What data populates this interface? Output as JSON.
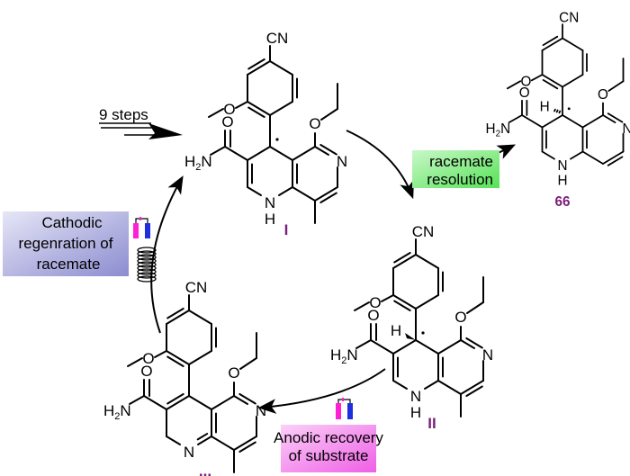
{
  "diagram": {
    "type": "catalytic-cycle",
    "synthesis": {
      "label": "9 steps"
    },
    "compounds": [
      {
        "id": "I",
        "label": "I",
        "stereo": "radical, racemic",
        "atoms": {
          "cn": "CN",
          "amide_h": "H",
          "amide_sub": "2",
          "amide_n": "N",
          "carbonyl_o": "O",
          "methoxy_o": "O",
          "ethoxy_o": "O",
          "ring_n": "N",
          "nh_n": "N",
          "nh_h": "H"
        }
      },
      {
        "id": "66",
        "label": "66",
        "stereo": "H dashed (S)",
        "atoms": {
          "cn": "CN",
          "amide_h": "H",
          "amide_sub": "2",
          "amide_n": "N",
          "carbonyl_o": "O",
          "methoxy_o": "O",
          "ethoxy_o": "O",
          "ring_n": "N",
          "nh_n": "N",
          "nh_h": "H",
          "stereo_h": "H"
        }
      },
      {
        "id": "II",
        "label": "II",
        "stereo": "H wedged (R)",
        "atoms": {
          "cn": "CN",
          "amide_h": "H",
          "amide_sub": "2",
          "amide_n": "N",
          "carbonyl_o": "O",
          "methoxy_o": "O",
          "ethoxy_o": "O",
          "ring_n": "N",
          "nh_n": "N",
          "nh_h": "H",
          "stereo_h": "H"
        }
      },
      {
        "id": "III",
        "label": "III",
        "stereo": "aromatic (oxidized)",
        "atoms": {
          "cn": "CN",
          "amide_h": "H",
          "amide_sub": "2",
          "amide_n": "N",
          "carbonyl_o": "O",
          "methoxy_o": "O",
          "ethoxy_o": "O",
          "ring_n": "N",
          "nh_n": "N"
        }
      }
    ],
    "boxes": {
      "resolution": {
        "lines": [
          "racemate",
          "resolution"
        ],
        "color": "#7ef07e"
      },
      "anodic": {
        "lines": [
          "Anodic recovery",
          "of substrate"
        ],
        "color": "#f47ef0"
      },
      "cathodic": {
        "lines": [
          "Cathodic",
          "regenration of",
          "racemate"
        ],
        "color": "#a9a9dd"
      }
    },
    "electrode_colors": {
      "anode": "#ff1fd6",
      "cathode": "#1f2fe0"
    },
    "steps": [
      {
        "from": "I",
        "to": "II",
        "label": "racemate resolution"
      },
      {
        "from": "I",
        "to": "66",
        "label": "racemate resolution"
      },
      {
        "from": "II",
        "to": "III",
        "label": "Anodic recovery of substrate"
      },
      {
        "from": "III",
        "to": "I",
        "label": "Cathodic regenration of racemate"
      }
    ]
  }
}
